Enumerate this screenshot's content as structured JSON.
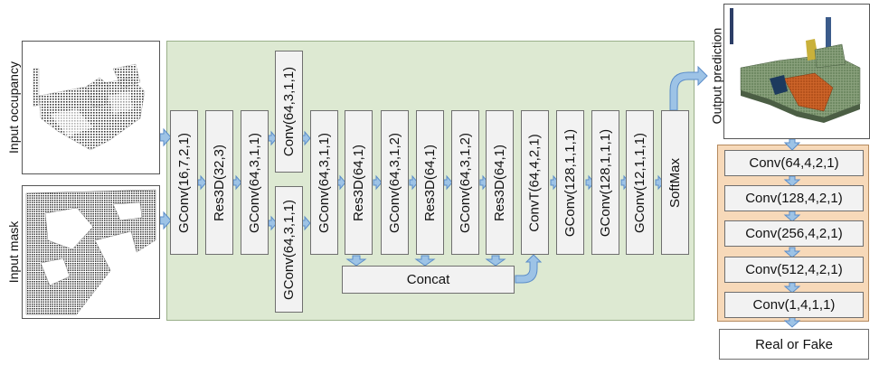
{
  "inputs": {
    "occupancy_label": "Input occupancy",
    "mask_label": "Input mask",
    "output_label": "Output prediction"
  },
  "generator": {
    "layers": [
      "GConv(16,7,2,1)",
      "Res3D(32,3)",
      "GConv(64,3,1,1)",
      "Conv(64,3,1,1)",
      "GConv(64,3,1,1)",
      "GConv(64,3,1,1)",
      "Res3D(64,1)",
      "GConv(64,3,1,2)",
      "Res3D(64,1)",
      "GConv(64,3,1,2)",
      "Res3D(64,1)",
      "ConvT(64,4,2,1)",
      "GConv(128,1,1,1)",
      "GConv(128,1,1,1)",
      "GConv(12,1,1,1)",
      "SoftMax"
    ],
    "concat_label": "Concat"
  },
  "discriminator": {
    "layers": [
      "Conv(64,4,2,1)",
      "Conv(128,4,2,1)",
      "Conv(256,4,2,1)",
      "Conv(512,4,2,1)",
      "Conv(1,4,1,1)"
    ],
    "result_label": "Real or Fake"
  },
  "colors": {
    "generator_bg": "#dde9d2",
    "discriminator_bg": "#f7d9b9",
    "arrow_fill": "#9dc3e6",
    "arrow_stroke": "#5b8dc9",
    "voxel_green": "#8da47f",
    "voxel_orange": "#d0662a",
    "voxel_navy": "#1d3a5e"
  }
}
